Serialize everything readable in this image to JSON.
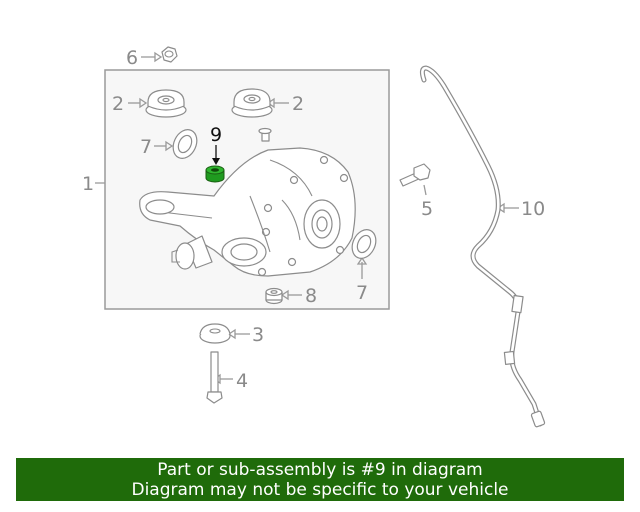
{
  "diagram": {
    "callouts": {
      "c1": "1",
      "c2a": "2",
      "c2b": "2",
      "c3": "3",
      "c4": "4",
      "c5": "5",
      "c6": "6",
      "c7a": "7",
      "c7b": "7",
      "c8": "8",
      "c9": "9",
      "c10": "10"
    },
    "highlight_color": "#1f9a1f"
  },
  "banner": {
    "line1": "Part or sub-assembly is #9 in diagram",
    "line2": "Diagram may not be specific to your vehicle",
    "background": "#1f6b0a"
  }
}
